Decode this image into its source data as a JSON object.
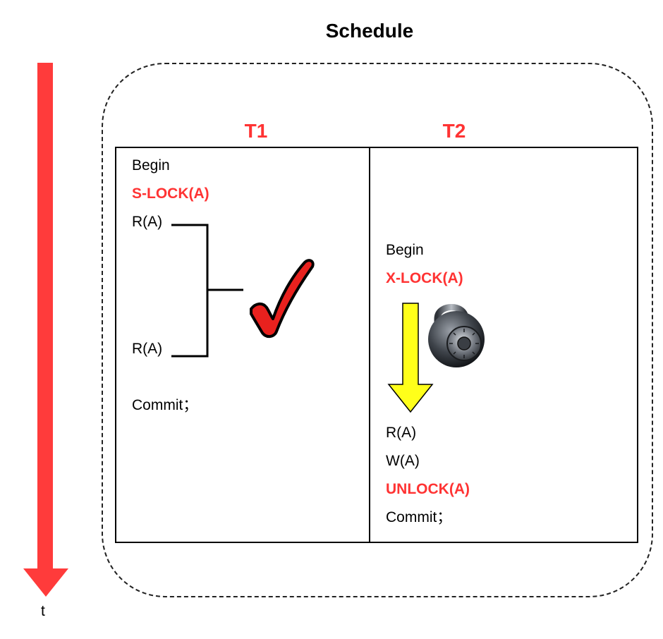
{
  "title": "Schedule",
  "colors": {
    "accent_red": "#ff3333",
    "time_arrow": "#ff3b3b",
    "wait_arrow_fill": "#ffff1a",
    "checkmark": "#e8211e",
    "text": "#000000"
  },
  "columns": [
    {
      "header": "T1",
      "operations": [
        {
          "text": "Begin",
          "lock": false
        },
        {
          "text": "S-LOCK(A)",
          "lock": true
        },
        {
          "text": "R(A)",
          "lock": false
        },
        {
          "text": "R(A)",
          "lock": false
        },
        {
          "text": "Commit；",
          "lock": false
        }
      ]
    },
    {
      "header": "T2",
      "operations": [
        {
          "text": "Begin",
          "lock": false
        },
        {
          "text": "X-LOCK(A)",
          "lock": true
        },
        {
          "text": "R(A)",
          "lock": false
        },
        {
          "text": "W(A)",
          "lock": false
        },
        {
          "text": "UNLOCK(A)",
          "lock": true
        },
        {
          "text": "Commit；",
          "lock": false
        }
      ]
    }
  ],
  "time_axis": {
    "label": "t"
  },
  "icons": {
    "time": "down-arrow-icon",
    "ok": "checkmark-icon",
    "wait": "down-arrow-icon",
    "locked": "padlock-icon",
    "group": "bracket-icon"
  }
}
